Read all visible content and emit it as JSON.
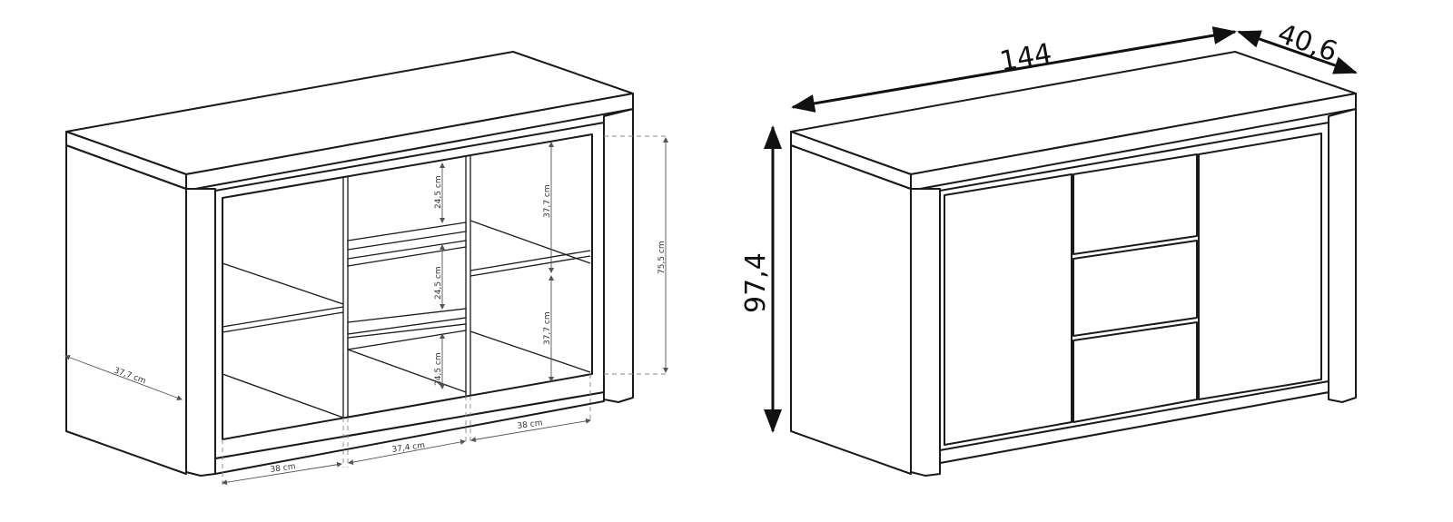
{
  "left_view": {
    "labels": {
      "drawer_height_top": "24,5 cm",
      "drawer_height_middle": "24,5 cm",
      "drawer_height_bottom": "24,5 cm",
      "shelf_height_upper": "37,7 cm",
      "shelf_height_lower": "37,7 cm",
      "inner_height": "75,5 cm",
      "inner_depth": "37,7 cm",
      "width_left": "38 cm",
      "width_middle": "37,4 cm",
      "width_right": "38 cm"
    }
  },
  "right_view": {
    "labels": {
      "width": "144",
      "depth": "40,6",
      "height": "97,4"
    }
  },
  "colors": {
    "line": "#1a1a1a",
    "dimension": "#555555",
    "background": "#ffffff"
  }
}
